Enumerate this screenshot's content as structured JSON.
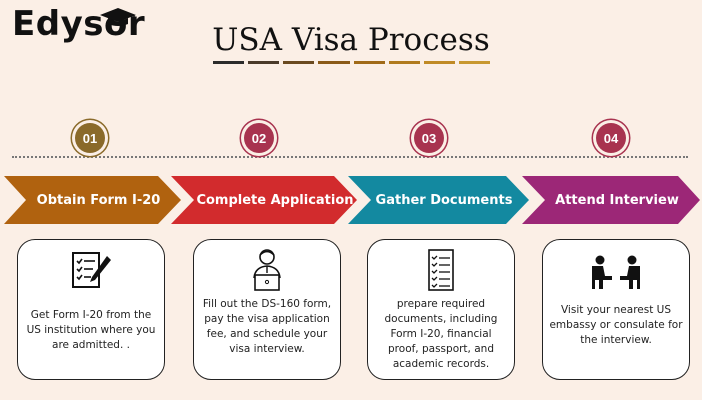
{
  "brand": {
    "logo_text": "Edysor"
  },
  "title": "USA Visa Process",
  "colors": {
    "step1": "#b0620f",
    "step2": "#d22b2d",
    "step3": "#1389a0",
    "step4": "#9c2777",
    "num1": "#8a6a2a",
    "num2": "#a8334f",
    "num3": "#a8334f",
    "num4": "#a8334f",
    "underline": [
      "#2b2b2b",
      "#4a3a2a",
      "#6a4a20",
      "#8a5a18",
      "#a06a18",
      "#b07a1e",
      "#c08a25",
      "#c89830"
    ]
  },
  "steps": [
    {
      "number": "01",
      "label": "Obtain Form I-20",
      "icon": "form-pencil-icon",
      "description": "Get Form I-20 from the US institution where you are admitted. ."
    },
    {
      "number": "02",
      "label": "Complete Application",
      "icon": "person-laptop-icon",
      "description": "Fill out the DS-160 form, pay the visa application fee, and schedule your visa interview."
    },
    {
      "number": "03",
      "label": "Gather Documents",
      "icon": "checklist-icon",
      "description": "prepare required documents, including Form I-20, financial proof, passport, and academic records."
    },
    {
      "number": "04",
      "label": "Attend Interview",
      "icon": "interview-icon",
      "description": "Visit your nearest US embassy or consulate for the interview."
    }
  ]
}
